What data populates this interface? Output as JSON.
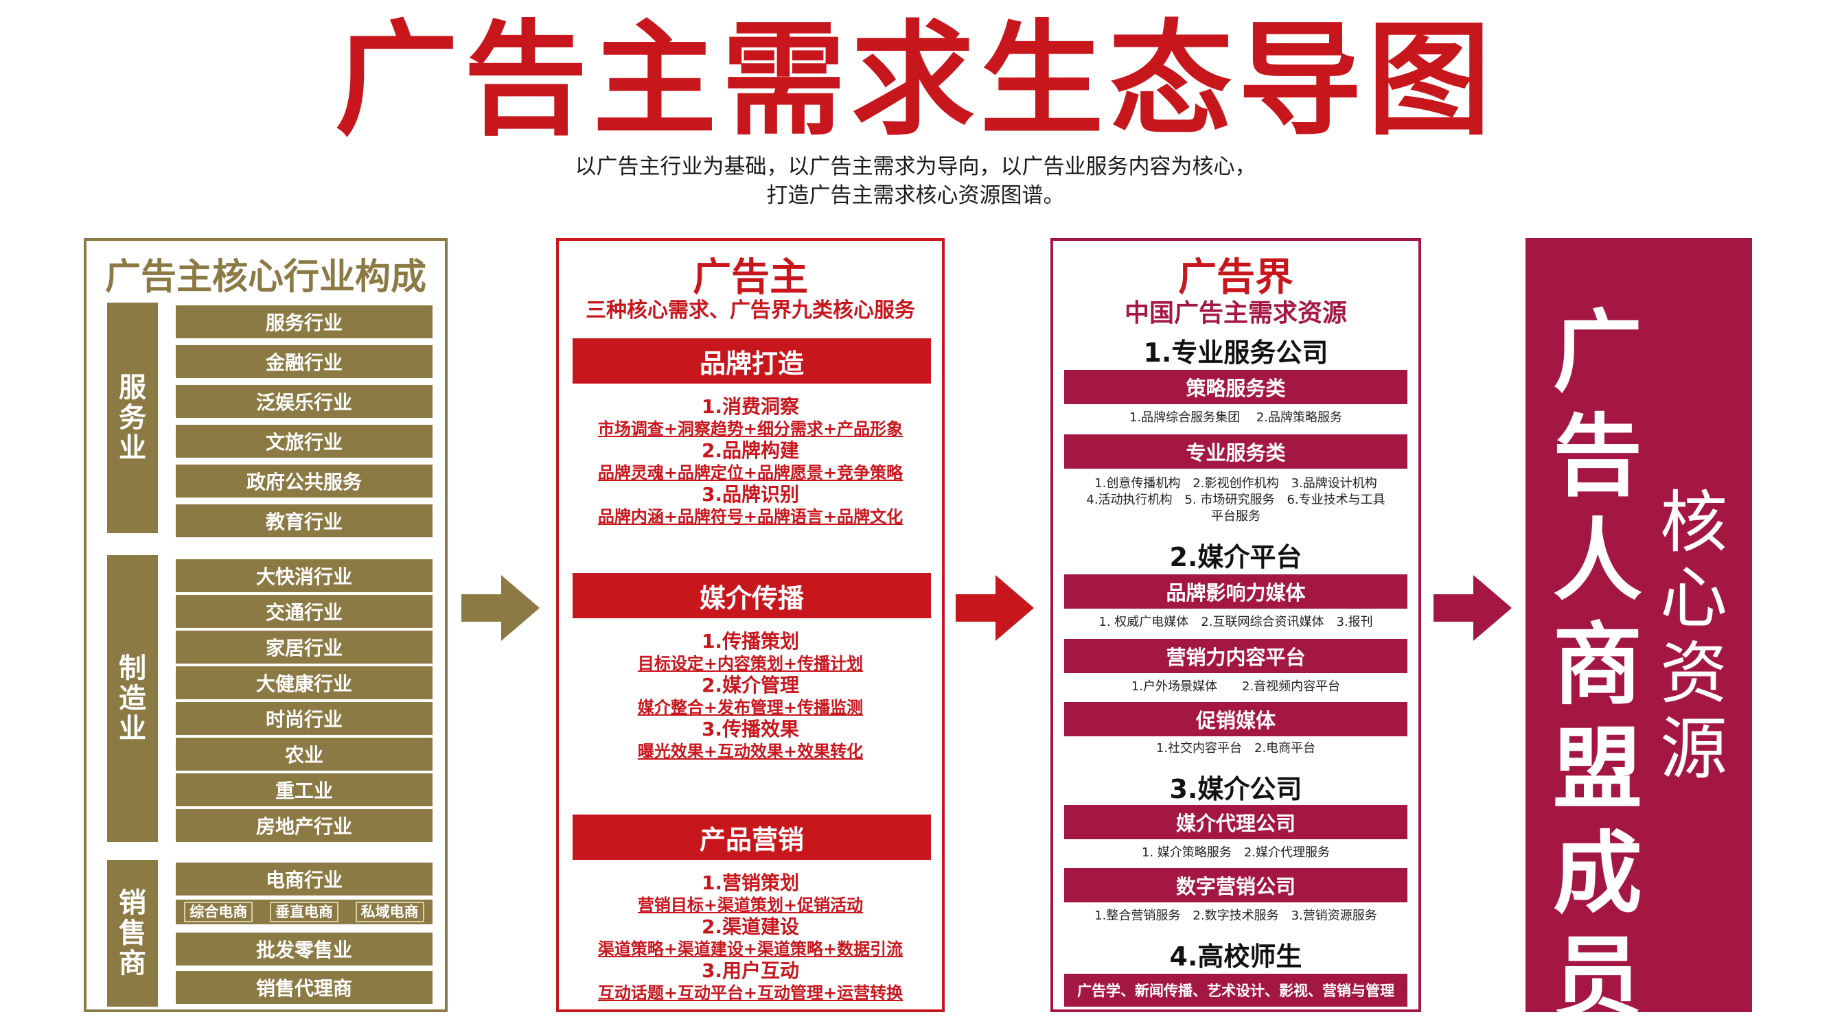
{
  "title": "广告主需求生态导图",
  "subtitle": {
    "line1": "以广告主行业为基础，以广告主需求为导向，以广告业服务内容为核心，",
    "line2": "打造广告主需求核心资源图谱。"
  },
  "colors": {
    "gold": "#8c7a45",
    "red": "#c8161d",
    "crimson": "#a51743"
  },
  "panel1": {
    "title": "广告主核心行业构成",
    "categories": [
      {
        "label": "服务业",
        "items": [
          "服务行业",
          "金融行业",
          "泛娱乐行业",
          "文旅行业",
          "政府公共服务",
          "教育行业"
        ]
      },
      {
        "label": "制造业",
        "items": [
          "大快消行业",
          "交通行业",
          "家居行业",
          "大健康行业",
          "时尚行业",
          "农业",
          "重工业",
          "房地产行业"
        ]
      },
      {
        "label": "销售商",
        "items": [
          "电商行业",
          "批发零售业",
          "销售代理商"
        ],
        "sub_items": [
          "综合电商",
          "垂直电商",
          "私域电商"
        ]
      }
    ]
  },
  "panel2": {
    "title": "广告主",
    "subtitle": "三种核心需求、广告界九类核心服务",
    "sections": [
      {
        "head": "品牌打造",
        "items": [
          {
            "h": "1.消费洞察",
            "d": "市场调查+洞察趋势+细分需求+产品形象"
          },
          {
            "h": "2.品牌构建",
            "d": "品牌灵魂+品牌定位+品牌愿景+竞争策略"
          },
          {
            "h": "3.品牌识别",
            "d": "品牌内涵+品牌符号+品牌语言+品牌文化"
          }
        ]
      },
      {
        "head": "媒介传播",
        "items": [
          {
            "h": "1.传播策划",
            "d": "目标设定+内容策划+传播计划"
          },
          {
            "h": "2.媒介管理",
            "d": "媒介整合+发布管理+传播监测"
          },
          {
            "h": "3.传播效果",
            "d": "曝光效果+互动效果+效果转化"
          }
        ]
      },
      {
        "head": "产品营销",
        "items": [
          {
            "h": "1.营销策划",
            "d": "营销目标+渠道策划+促销活动"
          },
          {
            "h": "2.渠道建设",
            "d": "渠道策略+渠道建设+渠道策略+数据引流"
          },
          {
            "h": "3.用户互动",
            "d": "互动话题+互动平台+互动管理+运营转换"
          }
        ]
      }
    ]
  },
  "panel3": {
    "title": "广告界",
    "subtitle": "中国广告主需求资源",
    "g1": {
      "label": "1.专业服务公司",
      "bar1": "策略服务类",
      "note1": "1.品牌综合服务集团　 2.品牌策略服务",
      "bar2": "专业服务类",
      "note2a": "1.创意传播机构　2.影视创作机构　3.品牌设计机构",
      "note2b": "4.活动执行机构　5. 市场研究服务　6.专业技术与工具",
      "note2c": "平台服务"
    },
    "g2": {
      "label": "2.媒介平台",
      "bar1": "品牌影响力媒体",
      "note1": "1. 权威广电媒体　2.互联网综合资讯媒体　3.报刊",
      "bar2": "营销力内容平台",
      "note2": "1.户外场景媒体　　2.音视频内容平台",
      "bar3": "促销媒体",
      "note3": "1.社交内容平台　2.电商平台"
    },
    "g3": {
      "label": "3.媒介公司",
      "bar1": "媒介代理公司",
      "note1": "1. 媒介策略服务　2.媒介代理服务",
      "bar2": "数字营销公司",
      "note2": "1.整合营销服务　2.数字技术服务　3.营销资源服务"
    },
    "g4": {
      "label": "4.高校师生",
      "bar1": "广告学、新闻传播、艺术设计、影视、营销与管理"
    }
  },
  "panel4": {
    "big": [
      "广",
      "告",
      "人",
      "商",
      "盟",
      "成",
      "员"
    ],
    "small": [
      "核",
      "心",
      "资",
      "源"
    ]
  }
}
